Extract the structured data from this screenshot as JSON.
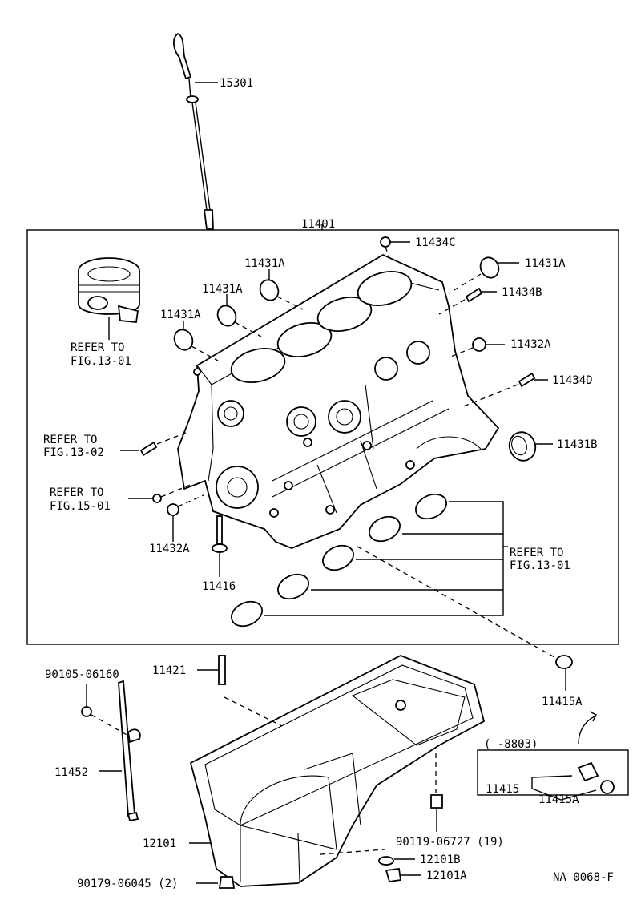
{
  "labels": {
    "p15301": "15301",
    "p11401": "11401",
    "p11434c": "11434C",
    "p11431a_tr": "11431A",
    "p11431a_1": "11431A",
    "p11431a_2": "11431A",
    "p11431a_3": "11431A",
    "p11434b": "11434B",
    "p11432a_r": "11432A",
    "p11434d": "11434D",
    "p11431b": "11431B",
    "refer_1301_top_a": "REFER TO",
    "refer_1301_top_b": "FIG.13-01",
    "refer_1302_a": "REFER TO",
    "refer_1302_b": "FIG.13-02",
    "refer_1501_a": "REFER TO",
    "refer_1501_b": "FIG.15-01",
    "p11432a_l": "11432A",
    "p11416": "11416",
    "refer_1301_bot_a": "REFER TO",
    "refer_1301_bot_b": "FIG.13-01",
    "p90105": "90105-06160",
    "p11421": "11421",
    "p11415a_top": "11415A",
    "p8803": "(       -8803)",
    "p11415": "11415",
    "p11415a_inset": "11415A",
    "p11452": "11452",
    "p12101": "12101",
    "p90119": "90119-06727 (19)",
    "p12101b": "12101B",
    "p12101a": "12101A",
    "p90179": "90179-06045 (2)",
    "code": "NA 0068-F"
  }
}
